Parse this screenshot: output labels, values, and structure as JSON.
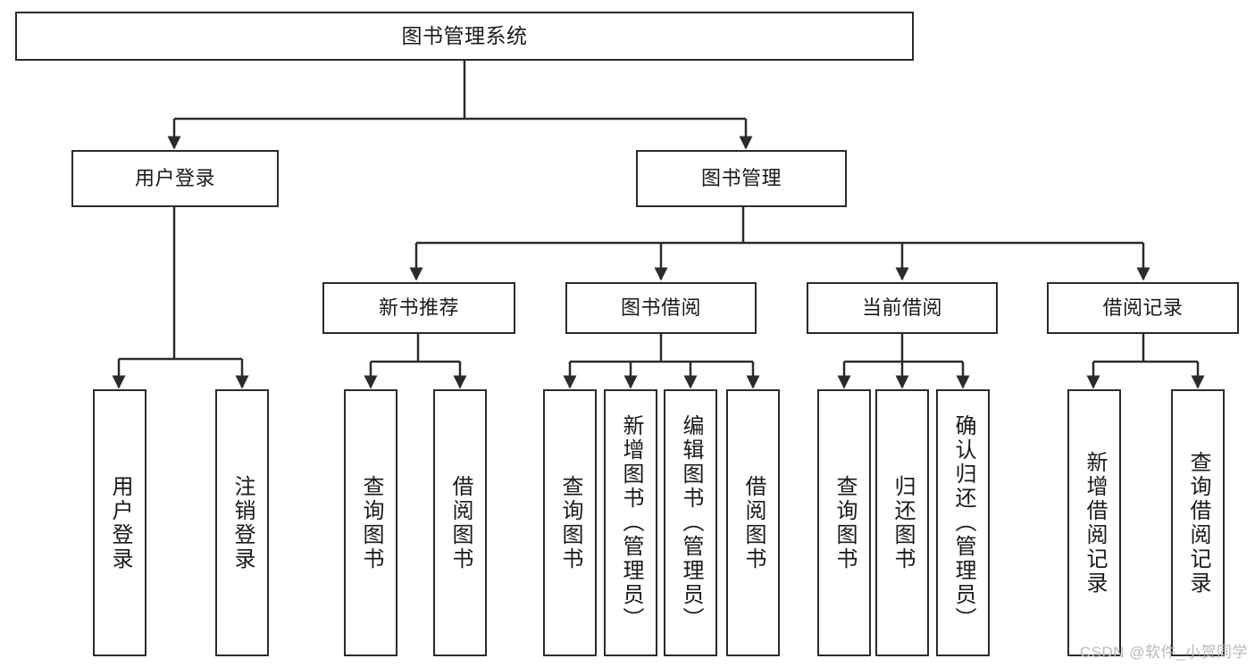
{
  "diagram": {
    "type": "tree-hierarchy",
    "title": "图书管理系统",
    "watermark": "CSDN @软件_小贺同学",
    "colors": {
      "box_border": "#2b2b2b",
      "box_fill": "#ffffff",
      "connector": "#2b2b2b",
      "text": "#1a1a1a",
      "watermark": "#b9b9b9"
    },
    "root": {
      "label": "图书管理系统"
    },
    "level2": [
      {
        "label": "用户登录"
      },
      {
        "label": "图书管理"
      }
    ],
    "level3": [
      {
        "label": "新书推荐"
      },
      {
        "label": "图书借阅"
      },
      {
        "label": "当前借阅"
      },
      {
        "label": "借阅记录"
      }
    ],
    "leaves": {
      "user_login": [
        {
          "label": "用户登录"
        },
        {
          "label": "注销登录"
        }
      ],
      "new_book_recommend": [
        {
          "label": "查询图书"
        },
        {
          "label": "借阅图书"
        }
      ],
      "book_borrow": [
        {
          "label": "查询图书"
        },
        {
          "label": "新增图书（管理员）"
        },
        {
          "label": "编辑图书（管理员）"
        },
        {
          "label": "借阅图书"
        }
      ],
      "current_borrow": [
        {
          "label": "查询图书"
        },
        {
          "label": "归还图书"
        },
        {
          "label": "确认归还（管理员）"
        }
      ],
      "borrow_record": [
        {
          "label": "新增借阅记录"
        },
        {
          "label": "查询借阅记录"
        }
      ]
    }
  }
}
